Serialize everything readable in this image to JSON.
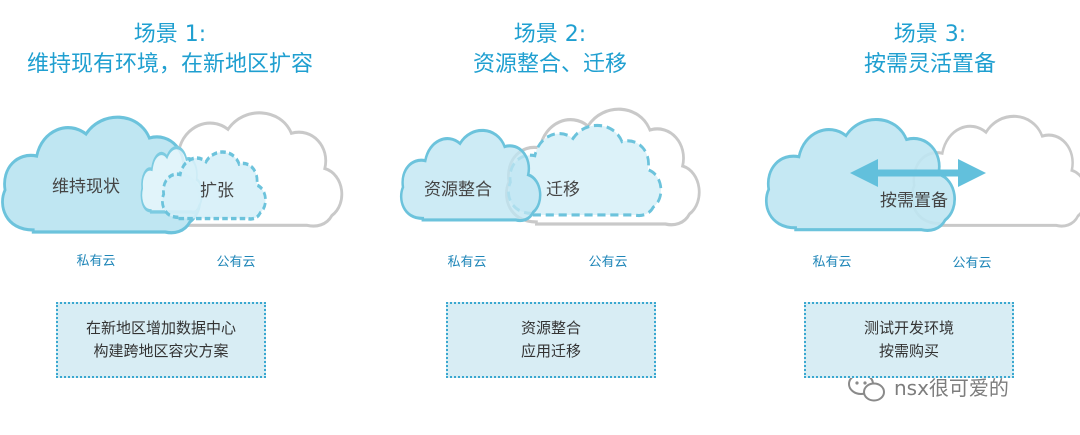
{
  "scenarios": [
    {
      "title": "场景 1:",
      "subtitle": "维持现有环境，在新地区扩容",
      "left_cloud_label": "维持现状",
      "right_cloud_label": "扩张",
      "private_label": "私有云",
      "public_label": "公有云",
      "box_lines": [
        "在新地区增加数据中心",
        "构建跨地区容灾方案"
      ]
    },
    {
      "title": "场景 2:",
      "subtitle": "资源整合、迁移",
      "left_cloud_label": "资源整合",
      "right_cloud_label": "迁移",
      "private_label": "私有云",
      "public_label": "公有云",
      "box_lines": [
        "资源整合",
        "应用迁移"
      ]
    },
    {
      "title": "场景 3:",
      "subtitle": "按需灵活置备",
      "center_label": "按需置备",
      "private_label": "私有云",
      "public_label": "公有云",
      "box_lines": [
        "测试开发环境",
        "按需购买"
      ]
    }
  ],
  "watermark": {
    "text": "nsx很可爱的",
    "icon": "wechat-icon"
  },
  "colors": {
    "accent": "#1f9fd0",
    "private_cloud_fill": "#bfe6f2",
    "private_cloud_stroke": "#6cc3dc",
    "public_cloud_stroke": "#c9c9c9",
    "box_fill": "#d8edf4"
  }
}
